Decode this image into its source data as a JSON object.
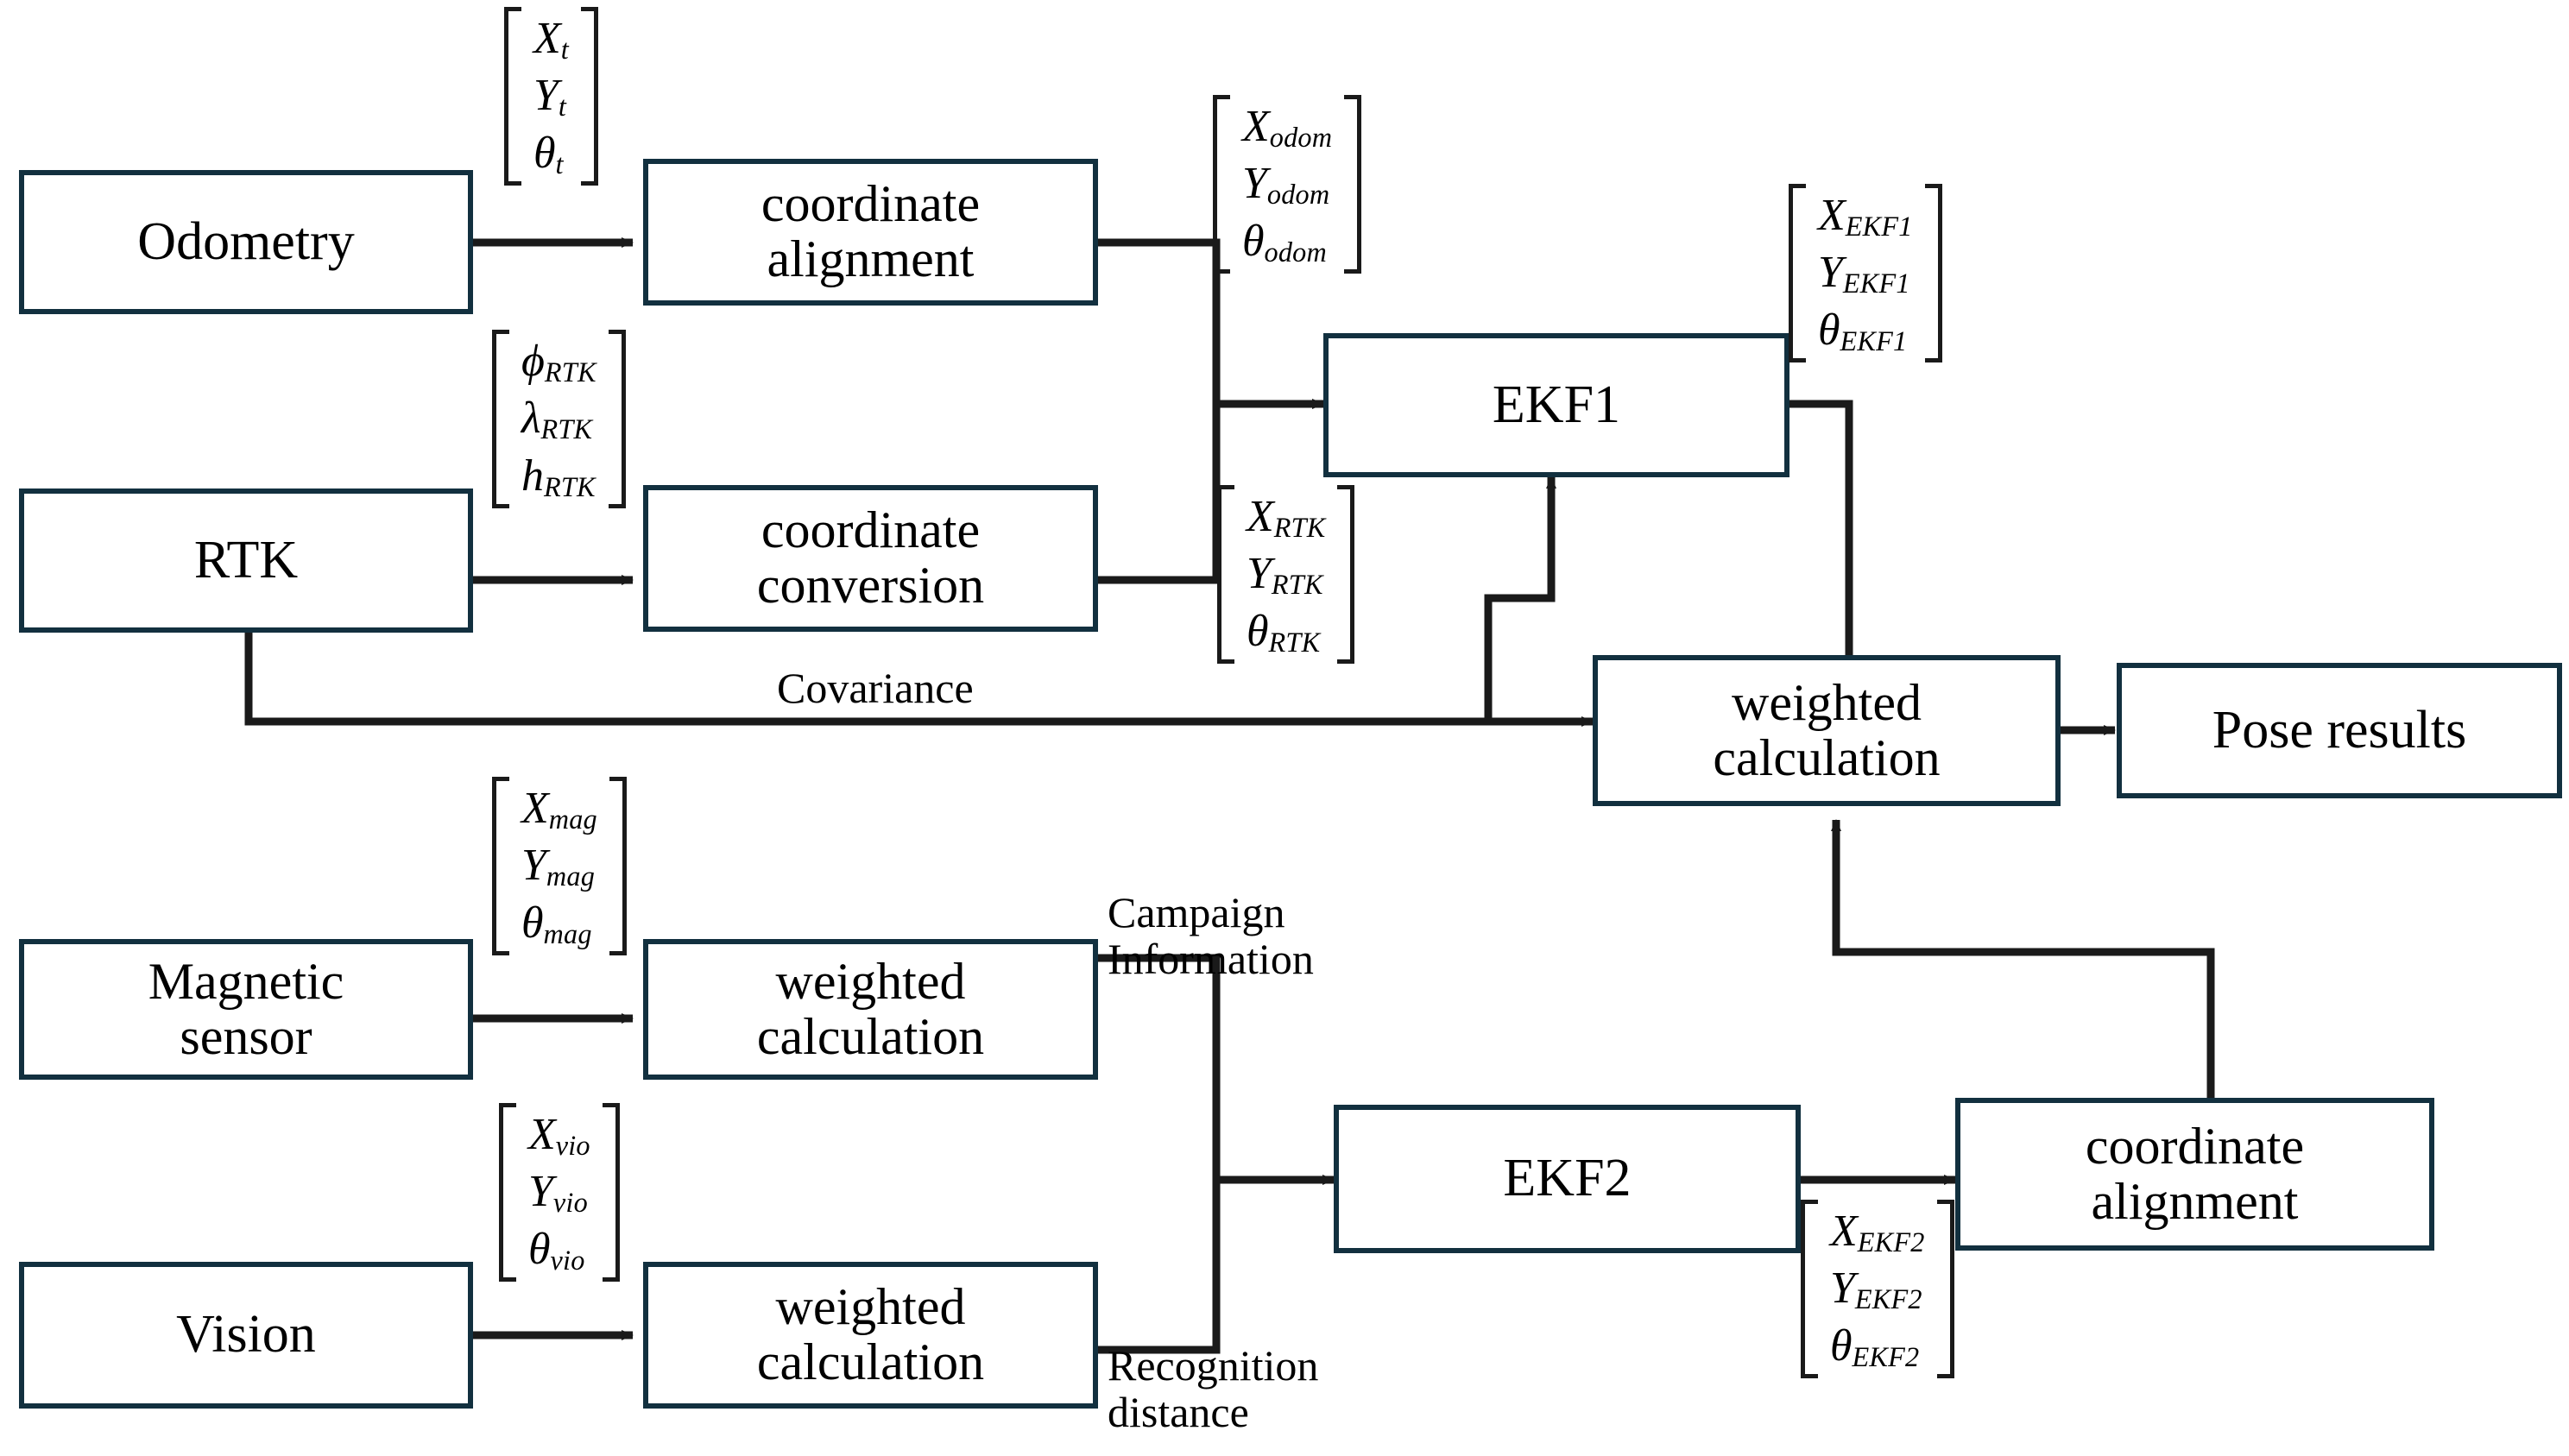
{
  "diagram": {
    "title": "Multi-sensor fusion localization block diagram",
    "stroke_color": "#12303f",
    "line_color": "#1a1a1a",
    "background": "#ffffff",
    "boxes": {
      "odometry": "Odometry",
      "rtk": "RTK",
      "coordinate_alignment_top": "coordinate\nalignment",
      "coordinate_conversion": "coordinate\nconversion",
      "ekf1": "EKF1",
      "weighted_calculation_main": "weighted\ncalculation",
      "pose_results": "Pose results",
      "magnetic_sensor": "Magnetic\nsensor",
      "vision": "Vision",
      "weighted_calculation_mag": "weighted\ncalculation",
      "weighted_calculation_vis": "weighted\ncalculation",
      "ekf2": "EKF2",
      "coordinate_alignment_bottom": "coordinate\nalignment"
    },
    "vectors": {
      "odom_raw": {
        "rows": [
          "X",
          "Y",
          "θ"
        ],
        "subs": [
          "t",
          "t",
          "t"
        ]
      },
      "rtk_raw": {
        "rows": [
          "ϕ",
          "λ",
          "h"
        ],
        "subs": [
          "RTK",
          "RTK",
          "RTK"
        ]
      },
      "odom_out": {
        "rows": [
          "X",
          "Y",
          "θ"
        ],
        "subs": [
          "odom",
          "odom",
          "odom"
        ]
      },
      "rtk_out": {
        "rows": [
          "X",
          "Y",
          "θ"
        ],
        "subs": [
          "RTK",
          "RTK",
          "RTK"
        ]
      },
      "ekf1_out": {
        "rows": [
          "X",
          "Y",
          "θ"
        ],
        "subs": [
          "EKF1",
          "EKF1",
          "EKF1"
        ]
      },
      "mag_out": {
        "rows": [
          "X",
          "Y",
          "θ"
        ],
        "subs": [
          "mag",
          "mag",
          "mag"
        ]
      },
      "vio_out": {
        "rows": [
          "X",
          "Y",
          "θ"
        ],
        "subs": [
          "vio",
          "vio",
          "vio"
        ]
      },
      "ekf2_out": {
        "rows": [
          "X",
          "Y",
          "θ"
        ],
        "subs": [
          "EKF2",
          "EKF2",
          "EKF2"
        ]
      }
    },
    "edge_labels": {
      "covariance": "Covariance",
      "campaign_information": "Campaign\nInformation",
      "recognition_distance": "Recognition\ndistance"
    }
  }
}
